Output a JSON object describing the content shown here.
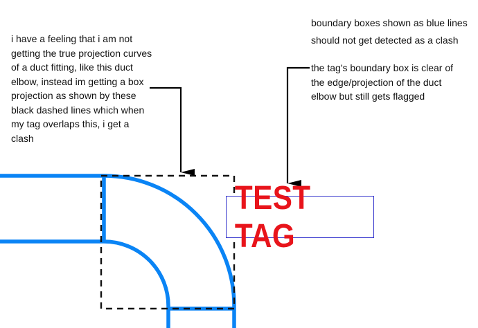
{
  "annotations": {
    "left_note": "i have a feeling that i am not\ngetting the true projection curves\nof a duct fitting, like this duct\nelbow, instead im getting a box\nprojection as shown by these\nblack dashed lines which when\nmy tag overlaps this, i get a\nclash",
    "right_top_note": "boundary boxes shown as blue lines\nshould not get detected as a clash",
    "right_mid_note": "the tag's boundary box is clear of\nthe edge/projection of the duct\nelbow but still gets flagged"
  },
  "tag": {
    "label": "TEST TAG"
  },
  "colors": {
    "duct": "#0a84f5",
    "dashed_box": "#111111",
    "tag_text": "#e8141b",
    "tag_border": "#3333cc",
    "arrow": "#000000"
  }
}
